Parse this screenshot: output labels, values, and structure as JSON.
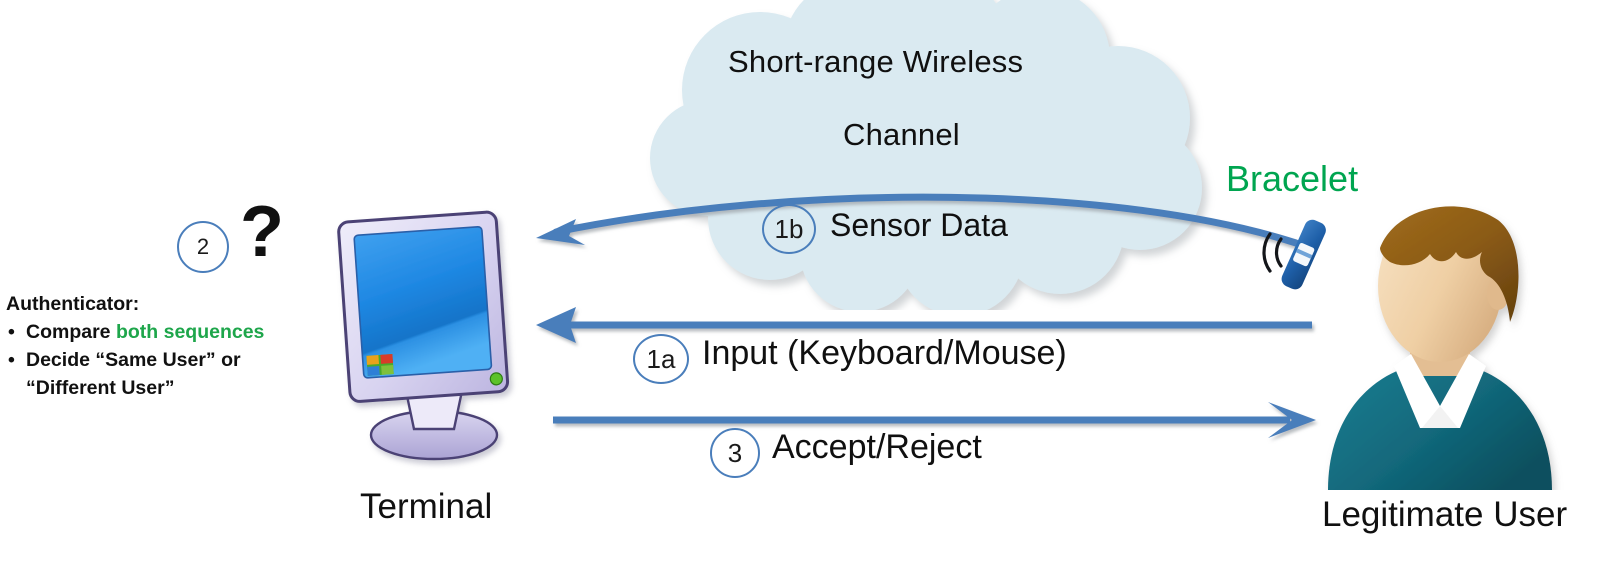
{
  "diagram": {
    "title": "Terminal and Legitimate User authentication via bracelet",
    "colors": {
      "cloud_fill": "#DAEAF1",
      "arrow_blue": "#4A7EBB",
      "bracelet_green": "#00A550",
      "highlight_green": "#1EA64B",
      "text_black": "#101010",
      "monitor_bezel": "#CFC9EA",
      "monitor_screen": "#1B86E0",
      "shirt_teal": "#12697C",
      "hair_brown": "#8A5A16",
      "skin": "#F2D2AA"
    },
    "cloud": {
      "name": "short-range-wireless-channel",
      "line1": "Short-range Wireless",
      "line2": "Channel"
    },
    "steps": [
      {
        "id": "1b",
        "marker": "1b",
        "label": "Sensor Data"
      },
      {
        "id": "1a",
        "marker": "1a",
        "label": "Input (Keyboard/Mouse)"
      },
      {
        "id": "3",
        "marker": "3",
        "label": "Accept/Reject"
      },
      {
        "id": "2",
        "marker": "2",
        "label": ""
      }
    ],
    "question_mark": "?",
    "authenticator": {
      "heading": "Authenticator:",
      "bullet1_prefix": "Compare ",
      "bullet1_highlight": "both sequences",
      "bullet2_line1": "Decide “Same User” or",
      "bullet2_line2": "“Different User”"
    },
    "nodes": {
      "terminal_label": "Terminal",
      "user_label": "Legitimate User",
      "bracelet_label": "Bracelet"
    },
    "icons": {
      "monitor": "monitor-icon",
      "person": "person-icon",
      "bracelet": "bracelet-icon",
      "signal": "signal-waves-icon",
      "start_orb": "windows-start-orb-icon",
      "power_led": "power-led-icon"
    }
  }
}
